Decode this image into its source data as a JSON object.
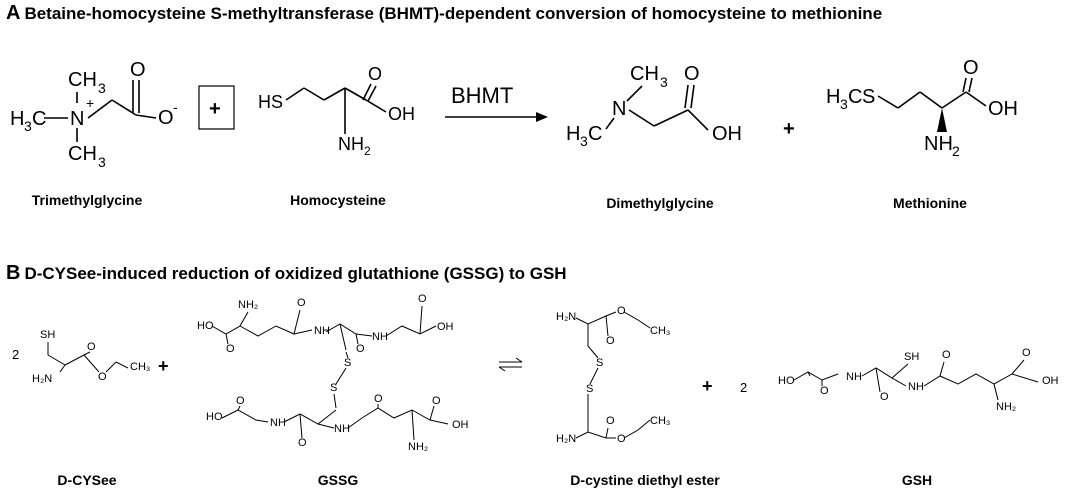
{
  "panelA": {
    "letter": "A",
    "title": "Betaine-homocysteine S-methyltransferase (BHMT)-dependent conversion of homocysteine to methionine",
    "enzyme": "BHMT",
    "plus": "+",
    "captions": [
      "Trimethylglycine",
      "Homocysteine",
      "Dimethylglycine",
      "Methionine"
    ],
    "atoms": {
      "ch3": "CH",
      "h3c": "H",
      "three": "3",
      "c": "C",
      "n": "N",
      "nplus": "+",
      "o": "O",
      "ominus": "O",
      "minus": "-",
      "oh": "OH",
      "hs": "HS",
      "nh": "NH",
      "two": "2",
      "s": "S"
    }
  },
  "panelB": {
    "letter": "B",
    "title": "D-CYSee-induced reduction of oxidized glutathione (GSSG) to GSH",
    "coef_left": "2",
    "coef_right": "2",
    "plus": "+",
    "captions": [
      "D-CYSee",
      "GSSG",
      "D-cystine diethyl ester",
      "GSH"
    ],
    "atoms": {
      "sh": "SH",
      "h2n": "H₂N",
      "o": "O",
      "ch3": "CH₃",
      "ho": "HO",
      "oh": "OH",
      "nh": "NH",
      "nh2": "NH₂",
      "s": "S"
    }
  }
}
